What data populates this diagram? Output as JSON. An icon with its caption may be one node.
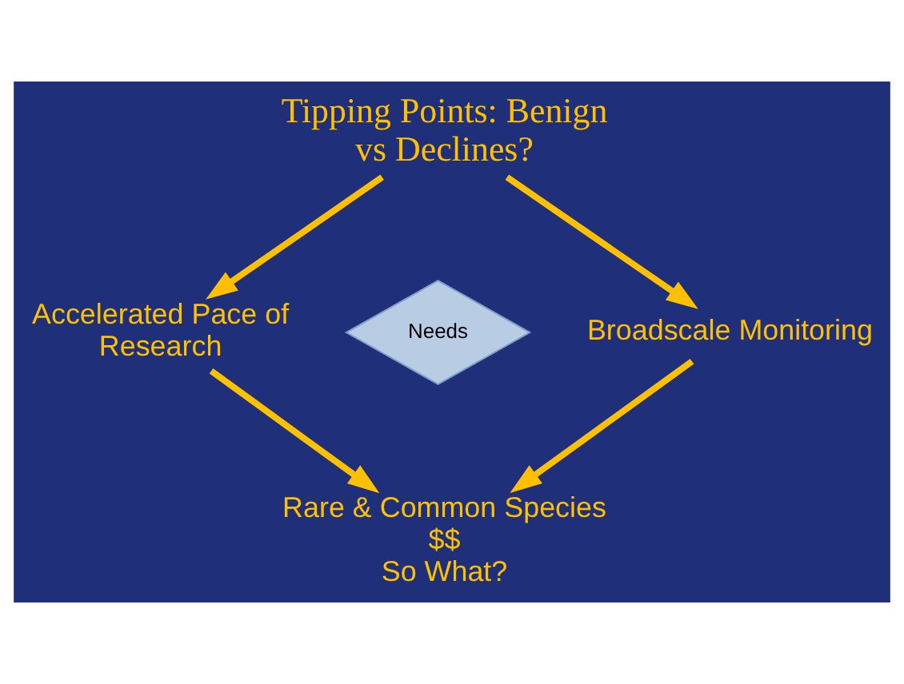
{
  "diagram": {
    "nodes": [
      {
        "text": [
          "Tipping Points: Benign vs Declines?"
        ]
      },
      {
        "text": [
          "Accelerated Pace of Research"
        ]
      },
      {
        "text": [
          "Needs"
        ]
      },
      {
        "text": [
          "Broadscale Monitoring"
        ]
      },
      {
        "text": [
          "Rare & Common Species",
          "$$",
          "So What?"
        ]
      }
    ],
    "edges": [
      {
        "from": 0,
        "to": 1,
        "arrow": "to"
      },
      {
        "from": 0,
        "to": 3,
        "arrow": "to"
      },
      {
        "from": 1,
        "to": 4,
        "arrow": "to"
      },
      {
        "from": 3,
        "to": 4,
        "arrow": "to"
      }
    ]
  }
}
